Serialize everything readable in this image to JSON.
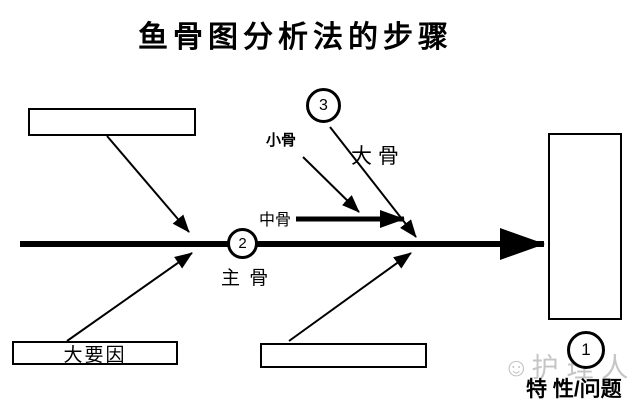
{
  "title": "鱼骨图分析法的步骤",
  "diagram": {
    "type": "fishbone",
    "effect": {
      "step_number": "1",
      "label": "特 性/问题"
    },
    "main_bone": {
      "step_number": "2",
      "label": "主 骨"
    },
    "big_bone": {
      "step_number": "3",
      "label": "大 骨"
    },
    "middle_bone": {
      "label": "中骨"
    },
    "small_bone": {
      "label": "小骨"
    },
    "cause_box_label": "大要因"
  },
  "watermark": {
    "icon": "smiley-face",
    "icon_glyph": "☺",
    "text": "护理人"
  },
  "colors": {
    "ink": "#000000",
    "background": "#ffffff",
    "watermark": "#c5c5c5"
  }
}
